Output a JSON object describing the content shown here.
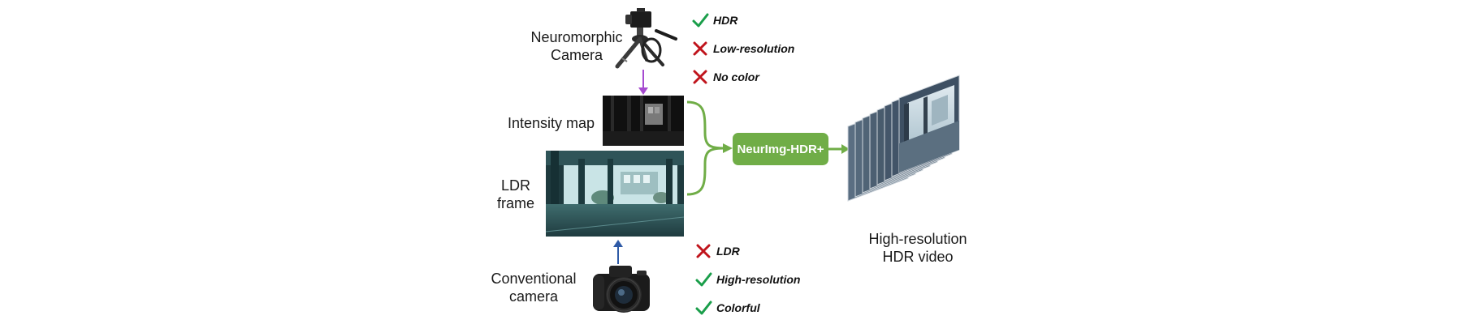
{
  "diagram": {
    "neuromorphic_label": [
      "Neuromorphic",
      "Camera"
    ],
    "neuromorphic_attributes": [
      {
        "text": "HDR",
        "status": "check"
      },
      {
        "text": "Low-resolution",
        "status": "cross"
      },
      {
        "text": "No color",
        "status": "cross"
      }
    ],
    "intensity_label": "Intensity map",
    "ldr_label": [
      "LDR",
      "frame"
    ],
    "conventional_label": [
      "Conventional",
      "camera"
    ],
    "conventional_attributes": [
      {
        "text": "LDR",
        "status": "cross"
      },
      {
        "text": "High-resolution",
        "status": "check"
      },
      {
        "text": "Colorful",
        "status": "check"
      }
    ],
    "model_label": "NeurImg-HDR+",
    "output_label": [
      "High-resolution",
      "HDR video"
    ],
    "colors": {
      "check": "#1a9e4a",
      "cross": "#c0141c",
      "model_box": "#70ad47",
      "arrow_green": "#70ad47",
      "arrow_purple": "#a64bd0",
      "arrow_blue": "#2e5aa6"
    },
    "icons": [
      "neuromorphic-camera-icon",
      "dslr-camera-icon",
      "check-icon",
      "cross-icon"
    ]
  }
}
